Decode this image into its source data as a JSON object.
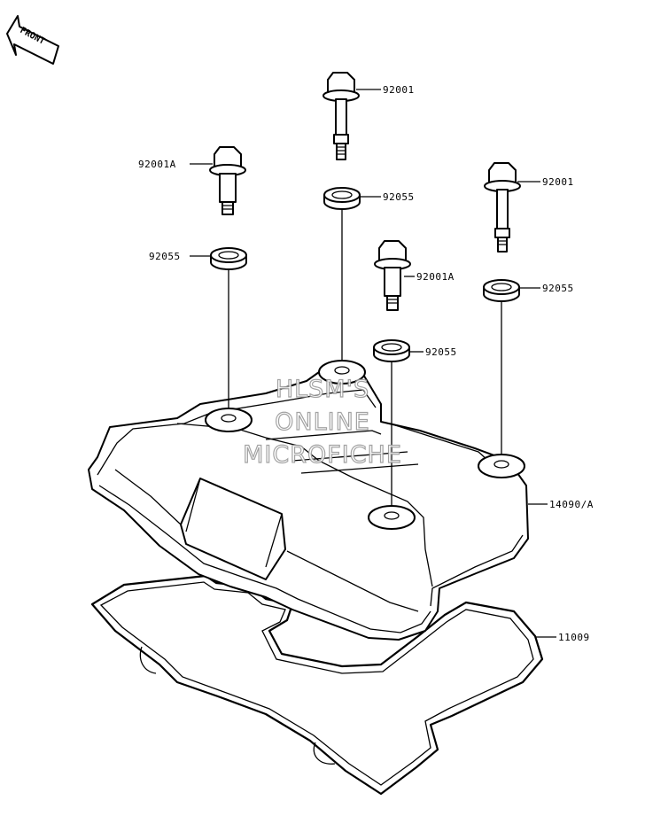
{
  "front_label": "FRONT",
  "watermark": [
    "HLSM'S",
    "ONLINE",
    "MICROFICHE"
  ],
  "callouts": {
    "bolt_top_center": "92001",
    "bolt_top_left": "92001A",
    "bolt_right": "92001",
    "bolt_center": "92001A",
    "washer_center": "92055",
    "washer_left": "92055",
    "washer_right": "92055",
    "washer_center_low": "92055",
    "cover": "14090/A",
    "gasket": "11009"
  }
}
